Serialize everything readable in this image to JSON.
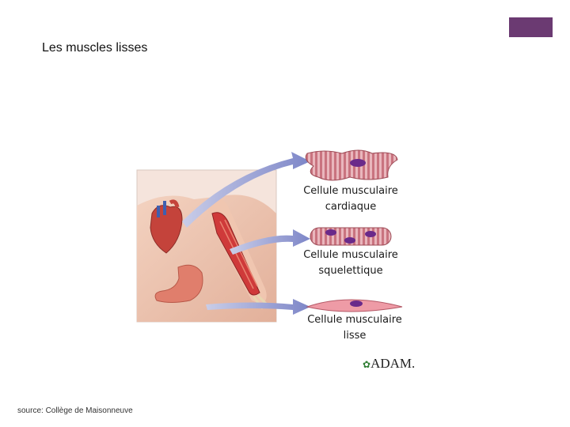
{
  "slide": {
    "title": "Les muscles lisses",
    "source": "source: Collège de Maisonneuve",
    "accent_color": "#6b3a72"
  },
  "figure": {
    "cells": [
      {
        "line1": "Cellule musculaire",
        "line2": "cardiaque"
      },
      {
        "line1": "Cellule musculaire",
        "line2": "squelettique"
      },
      {
        "line1": "Cellule musculaire",
        "line2": "lisse"
      }
    ],
    "logo_text": "ADAM."
  }
}
